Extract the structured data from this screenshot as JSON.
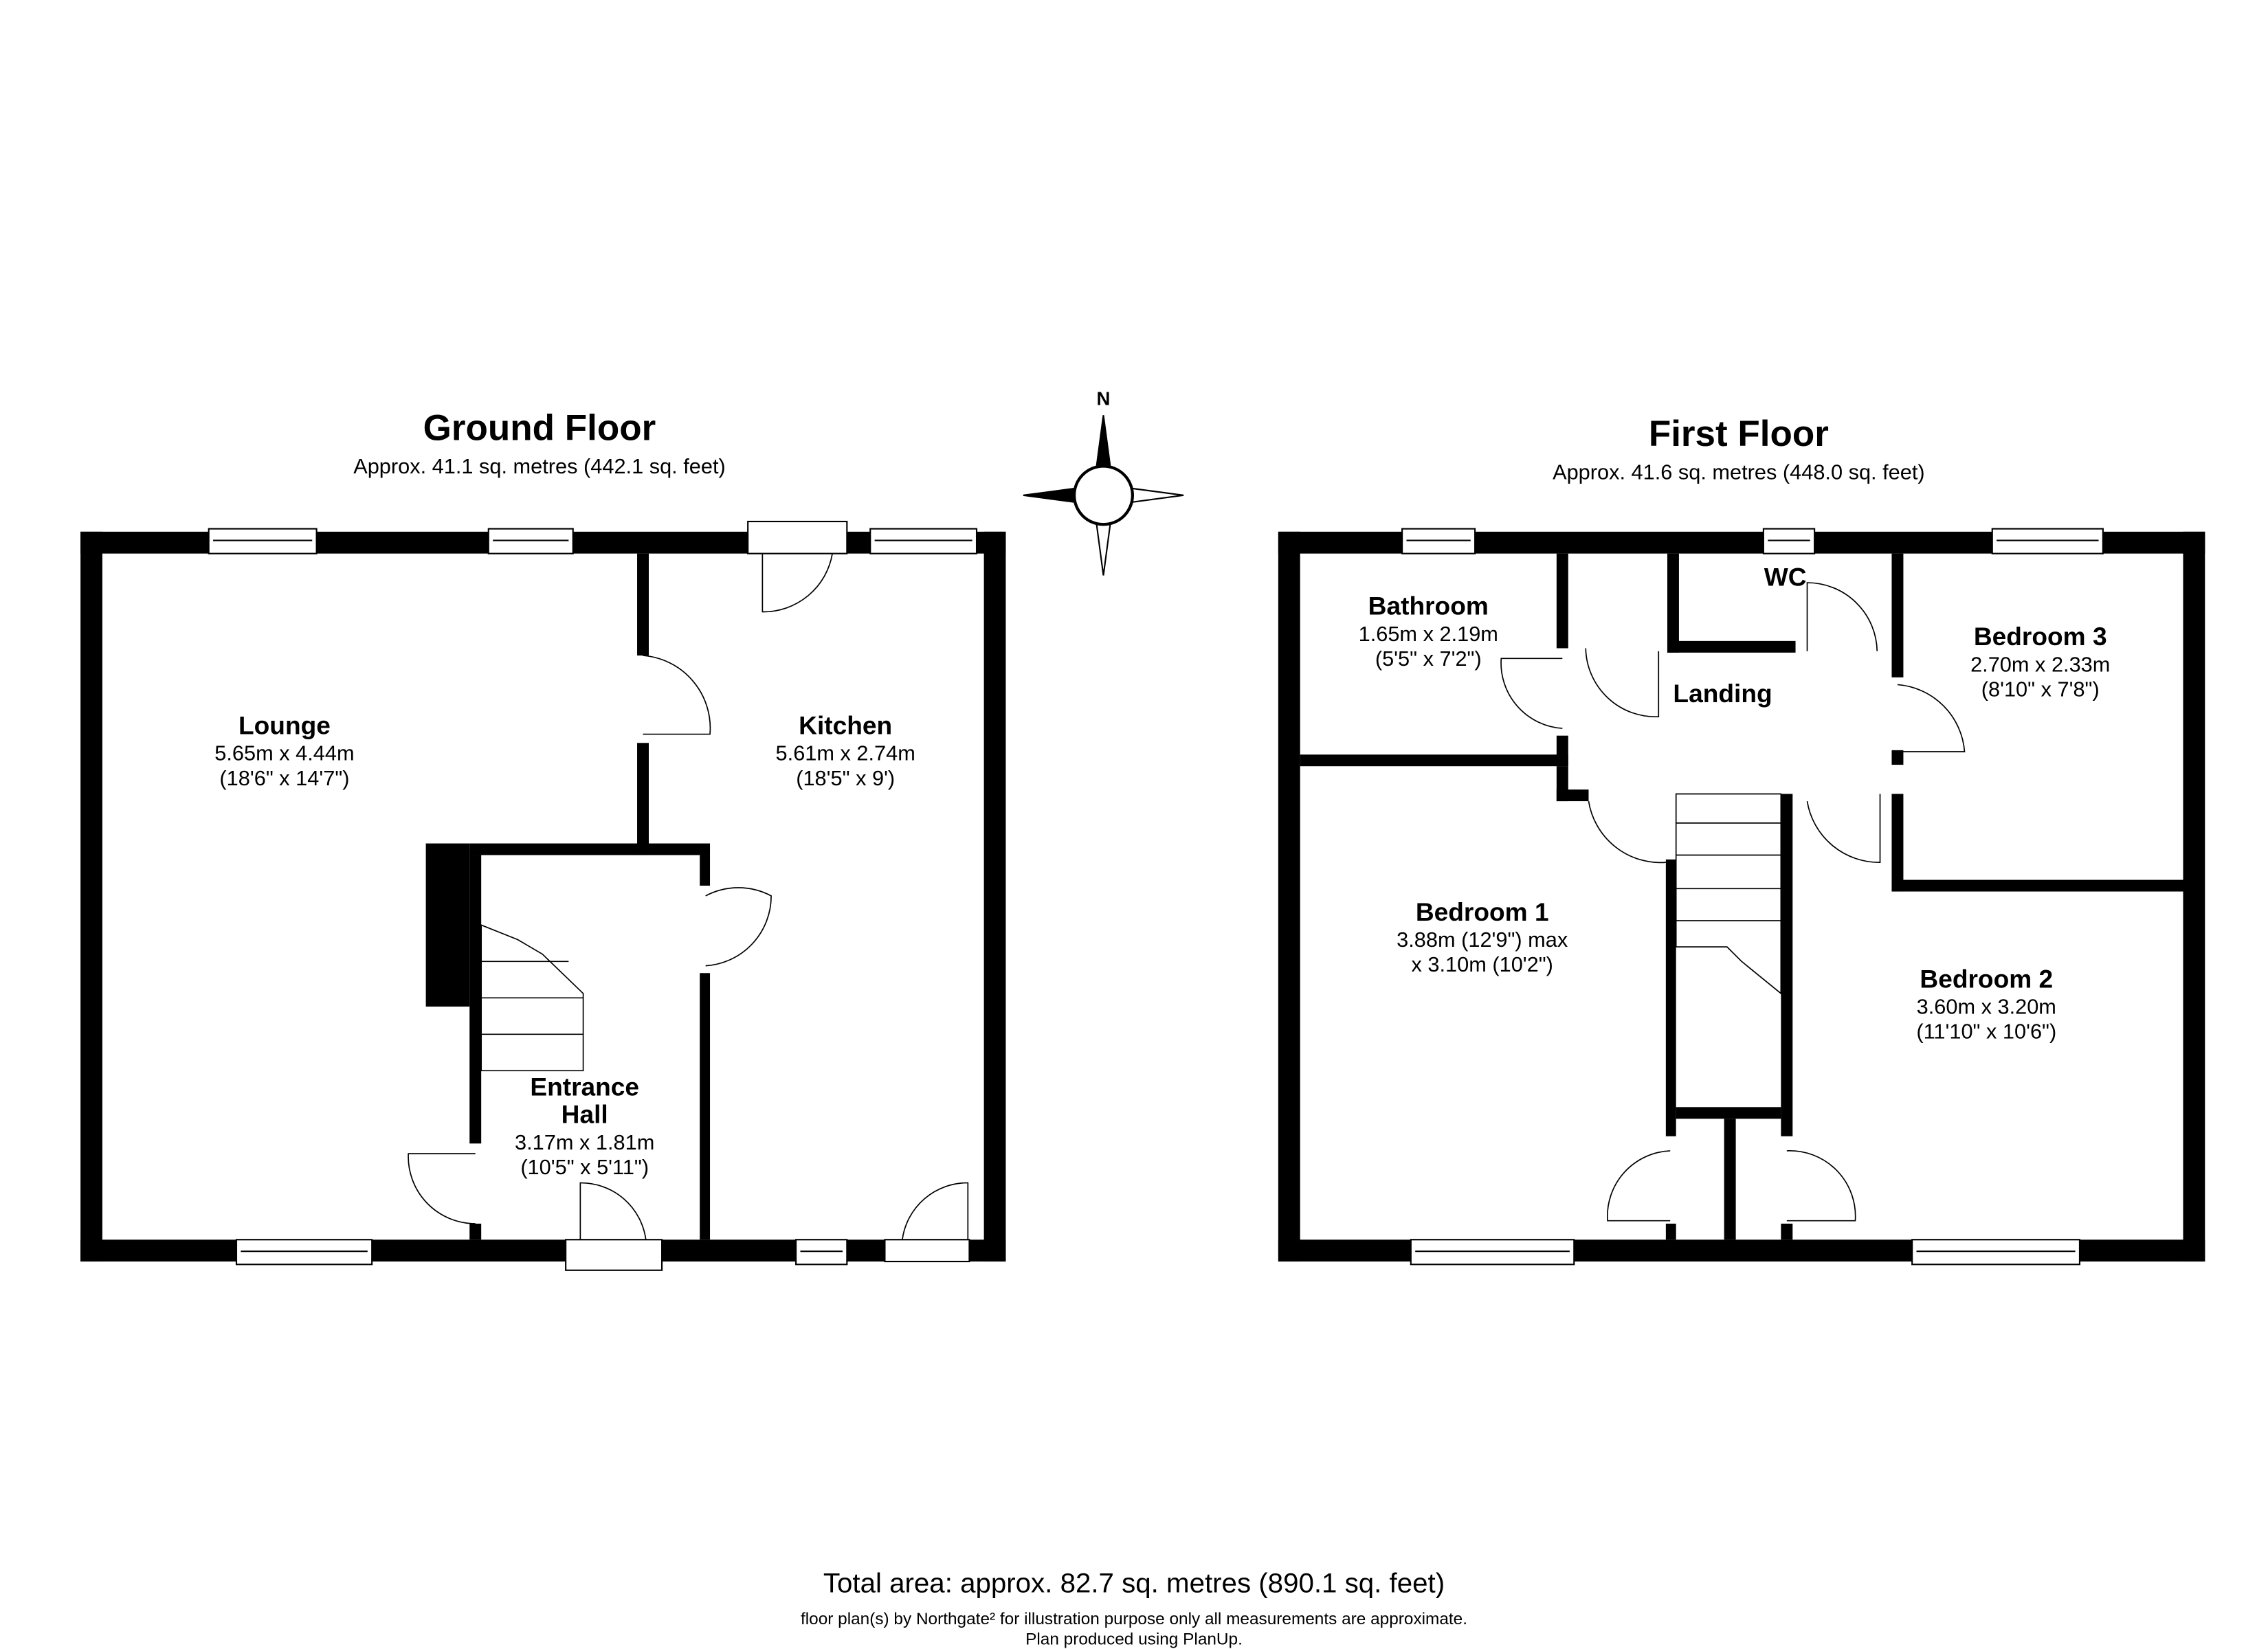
{
  "ground_floor": {
    "title": "Ground Floor",
    "area": "Approx. 41.1 sq. metres (442.1 sq. feet)",
    "rooms": [
      {
        "name": "Lounge",
        "dim_m": "5.65m x 4.44m",
        "dim_ft": "(18'6\" x 14'7\")"
      },
      {
        "name": "Kitchen",
        "dim_m": "5.61m x 2.74m",
        "dim_ft": "(18'5\" x 9')"
      },
      {
        "name_line1": "Entrance",
        "name_line2": "Hall",
        "dim_m": "3.17m x 1.81m",
        "dim_ft": "(10'5\" x 5'11\")"
      }
    ]
  },
  "first_floor": {
    "title": "First Floor",
    "area": "Approx. 41.6 sq. metres (448.0 sq. feet)",
    "rooms": [
      {
        "name": "Bathroom",
        "dim_m": "1.65m x 2.19m",
        "dim_ft": "(5'5\" x 7'2\")"
      },
      {
        "name": "WC"
      },
      {
        "name": "Landing"
      },
      {
        "name": "Bedroom 3",
        "dim_m": "2.70m x 2.33m",
        "dim_ft": "(8'10\" x 7'8\")"
      },
      {
        "name": "Bedroom 1",
        "dim_m": "3.88m (12'9\") max",
        "dim_ft": "x 3.10m (10'2\")"
      },
      {
        "name": "Bedroom 2",
        "dim_m": "3.60m x 3.20m",
        "dim_ft": "(11'10\" x 10'6\")"
      }
    ]
  },
  "compass": {
    "label": "N"
  },
  "footer": {
    "total": "Total area: approx. 82.7 sq. metres (890.1 sq. feet)",
    "disclaimer": "floor plan(s) by Northgate² for illustration purpose only all measurements are approximate.",
    "produced": "Plan produced using PlanUp."
  }
}
